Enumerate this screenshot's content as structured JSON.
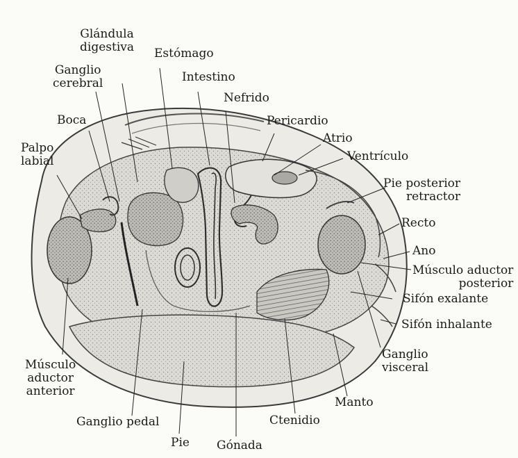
{
  "labels": {
    "glandula_digestiva": "Glándula\ndigestiva",
    "estomago": "Estómago",
    "ganglio_cerebral": "Ganglio\ncerebral",
    "intestino": "Intestino",
    "nefrido": "Nefrido",
    "boca": "Boca",
    "pericardio": "Pericardio",
    "atrio": "Atrio",
    "ventriculo": "Ventrículo",
    "palpo_labial": "Palpo\nlabial",
    "pie_posterior_retractor": "Pie posterior\nretractor",
    "recto": "Recto",
    "ano": "Ano",
    "musculo_aductor_posterior": "Músculo aductor\nposterior",
    "sifon_exalante": "Sifón exalante",
    "sifon_inhalante": "Sifón inhalante",
    "ganglio_visceral": "Ganglio\nvisceral",
    "musculo_aductor_anterior": "Músculo\naductor\nanterior",
    "manto": "Manto",
    "ganglio_pedal": "Ganglio pedal",
    "ctenidio": "Ctenidio",
    "pie": "Pie",
    "gonada": "Gónada"
  },
  "colors": {
    "background": "#fbfbf8",
    "ink": "#1a1a1a",
    "shell_fill": "#e9e8e3",
    "body_fill": "#d9d8d2"
  }
}
